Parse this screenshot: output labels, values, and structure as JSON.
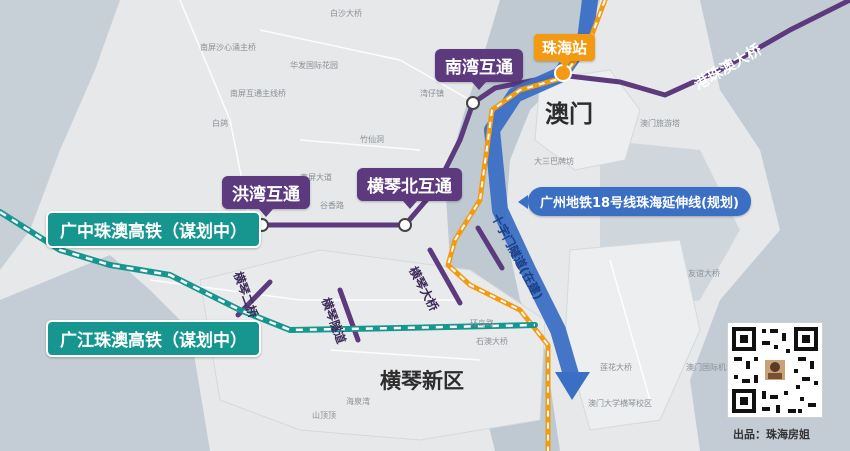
{
  "map": {
    "region_label": "横琴新区",
    "macau_label": "澳门",
    "callouts": {
      "nanwan": "南湾互通",
      "hongwan": "洪湾互通",
      "hengqin_north": "横琴北互通",
      "zhuhai_station": "珠海站",
      "guangzhong": "广中珠澳高铁（谋划中）",
      "guangjiang": "广江珠澳高铁（谋划中）",
      "metro18": "广州地铁18号线珠海延伸线(规划)"
    },
    "route_labels": {
      "hzm_bridge": "港珠澳大桥",
      "hengqin_2nd_bridge": "横琴二桥",
      "hengqin_tunnel": "横琴隧道",
      "hengqin_bridge": "横琴大桥",
      "shizimen_tunnel": "十字门隧道(在建)"
    },
    "minor_labels": [
      "南屏沙心涌主桥",
      "白沙大桥",
      "南屏互通主线桥",
      "白鸽",
      "华发国际花园",
      "竹仙洞",
      "湾仔镇",
      "谷香路",
      "南屏大道",
      "环岛路",
      "石澳大桥",
      "友谊大桥",
      "大三巴牌坊",
      "澳门旅游塔",
      "澳门国际机场",
      "莲花大桥",
      "澳门大学横琴校区",
      "山顶顶",
      "海泉湾"
    ],
    "credit": "出品：珠海房姐"
  },
  "colors": {
    "purple_road": "#5c3a7d",
    "teal_rail": "#17958f",
    "blue_metro": "#3b6fc4",
    "orange_rail": "#f39a12",
    "water": "#bfc9d1",
    "land": "#e6e8ea"
  }
}
